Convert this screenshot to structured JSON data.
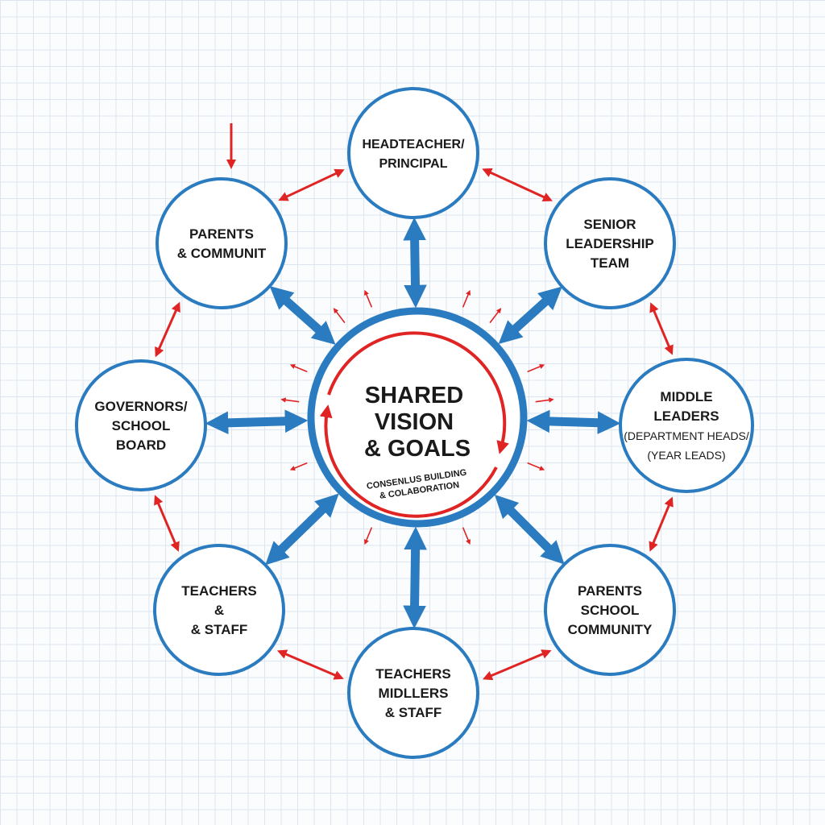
{
  "center": {
    "title_lines": [
      "SHARED",
      "VISION",
      "& GOALS"
    ],
    "subtitle_lines": [
      "CONSENLUS BUILDING",
      "& COLABORATION"
    ]
  },
  "nodes": [
    {
      "id": "headteacher",
      "lines": [
        "HEADTEACHER/",
        "PRINCIPAL"
      ]
    },
    {
      "id": "senior-leadership",
      "lines": [
        "SENIOR",
        "LEADERSHIP",
        "TEAM"
      ]
    },
    {
      "id": "middle-leaders",
      "lines": [
        "MIDDLE",
        "LEADERS",
        "(DEPARTMENT HEADS/",
        "(YEAR LEADS)"
      ]
    },
    {
      "id": "parents-school-community",
      "lines": [
        "PARENTS",
        "SCHOOL",
        "COMMUNITY"
      ]
    },
    {
      "id": "teachers-midllers",
      "lines": [
        "TEACHERS",
        "MIDLLERS",
        "& STAFF"
      ]
    },
    {
      "id": "teachers-staff",
      "lines": [
        "TEACHERS",
        "&",
        "& STAFF"
      ]
    },
    {
      "id": "governors",
      "lines": [
        "GOVERNORS/",
        "SCHOOL",
        "BOARD"
      ]
    },
    {
      "id": "parents-community",
      "lines": [
        "PARENTS",
        "& COMMUNIT"
      ]
    }
  ],
  "colors": {
    "blue": "#2a7bbf",
    "red": "#e02424",
    "text": "#1a1a1a"
  }
}
